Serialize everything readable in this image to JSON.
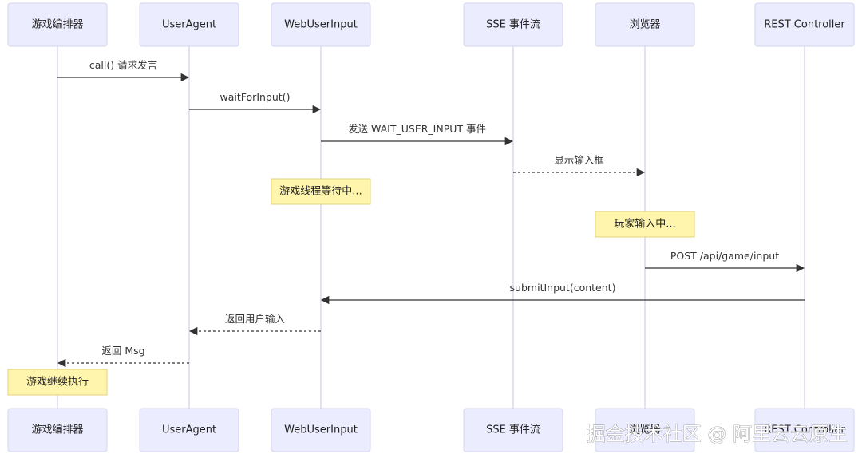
{
  "participants": [
    {
      "id": "orchestrator",
      "label": "游戏编排器"
    },
    {
      "id": "useragent",
      "label": "UserAgent"
    },
    {
      "id": "webuserinput",
      "label": "WebUserInput"
    },
    {
      "id": "sse",
      "label": "SSE 事件流"
    },
    {
      "id": "browser",
      "label": "浏览器"
    },
    {
      "id": "rest",
      "label": "REST Controller"
    }
  ],
  "messages": [
    {
      "from": "orchestrator",
      "to": "useragent",
      "label": "call() 请求发言",
      "style": "solid"
    },
    {
      "from": "useragent",
      "to": "webuserinput",
      "label": "waitForInput()",
      "style": "solid"
    },
    {
      "from": "webuserinput",
      "to": "sse",
      "label": "发送 WAIT_USER_INPUT 事件",
      "style": "solid"
    },
    {
      "from": "sse",
      "to": "browser",
      "label": "显示输入框",
      "style": "dashed"
    },
    {
      "from": "browser",
      "to": "rest",
      "label": "POST /api/game/input",
      "style": "solid"
    },
    {
      "from": "rest",
      "to": "webuserinput",
      "label": "submitInput(content)",
      "style": "solid"
    },
    {
      "from": "webuserinput",
      "to": "useragent",
      "label": "返回用户输入",
      "style": "dashed"
    },
    {
      "from": "useragent",
      "to": "orchestrator",
      "label": "返回 Msg",
      "style": "dashed"
    }
  ],
  "notes": [
    {
      "over": "webuserinput",
      "text": "游戏线程等待中..."
    },
    {
      "over": "browser",
      "text": "玩家输入中..."
    },
    {
      "over": "orchestrator",
      "text": "游戏继续执行"
    }
  ],
  "watermark": "掘金技术社区 @ 阿里云云原生",
  "colors": {
    "actor_fill": "#ececff",
    "note_fill": "#fff5ad",
    "line": "#333333"
  }
}
